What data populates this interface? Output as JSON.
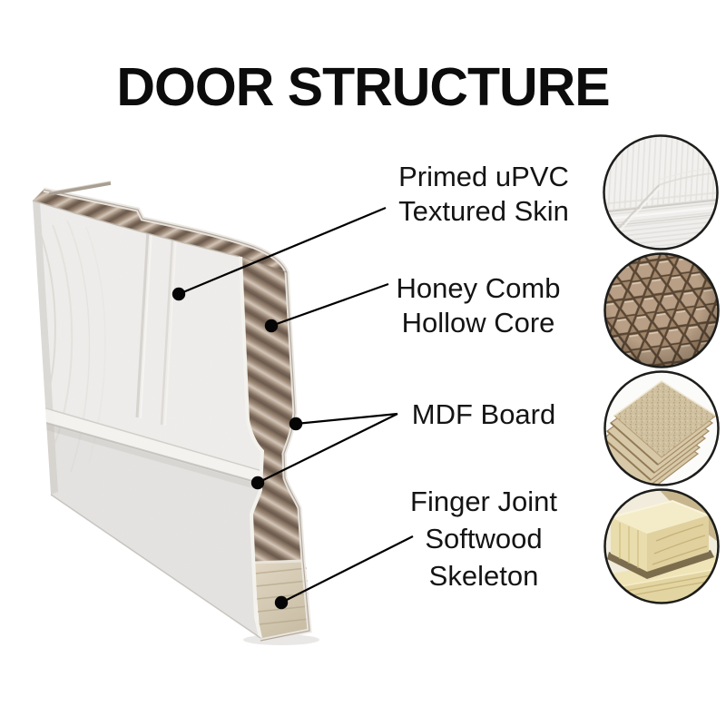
{
  "title": "DOOR STRUCTURE",
  "callouts": {
    "skin": {
      "line1": "Primed uPVC",
      "line2": "Textured Skin"
    },
    "core": {
      "line1": "Honey Comb",
      "line2": "Hollow Core"
    },
    "mdf": {
      "line1": "MDF Board"
    },
    "skeleton": {
      "line1": "Finger Joint",
      "line2": "Softwood",
      "line3": "Skeleton"
    }
  },
  "colors": {
    "background": "#ffffff",
    "title_text": "#0c0c0c",
    "label_text": "#141414",
    "callout_line": "#000000",
    "door_skin_white": "#eeedeb",
    "honeycomb_dark": "#6b5a4d",
    "honeycomb_mid": "#a18c79",
    "honeycomb_light": "#d2c6ba",
    "softwood_block": "#d8cebb",
    "mdf_tan": "#cfc0a0",
    "swatch_border": "#1d1d1b"
  }
}
